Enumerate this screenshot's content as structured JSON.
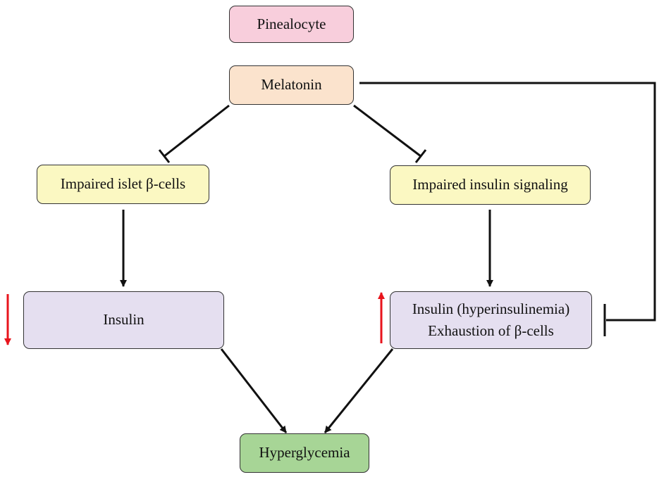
{
  "colors": {
    "pinealocyte": "#f8cedc",
    "melatonin": "#fbe3cd",
    "impaired": "#fbf8c2",
    "insulin": "#e5dff0",
    "hyperglycemia": "#a7d596",
    "line": "#111111",
    "change_arrow": "#e8141c"
  },
  "nodes": {
    "pinealocyte": "Pinealocyte",
    "melatonin": "Melatonin",
    "impaired_islet": "Impaired islet β-cells",
    "impaired_signaling": "Impaired insulin signaling",
    "insulin": "Insulin",
    "hyperinsulinemia": {
      "line1": "Insulin (hyperinsulinemia)",
      "line2": "Exhaustion of β-cells"
    },
    "hyperglycemia": "Hyperglycemia"
  },
  "indicators": {
    "insulin": "decrease",
    "hyperinsulinemia": "increase"
  },
  "edges": [
    {
      "from": "melatonin",
      "to": "impaired_islet",
      "type": "inhibits"
    },
    {
      "from": "melatonin",
      "to": "impaired_signaling",
      "type": "inhibits"
    },
    {
      "from": "melatonin",
      "to": "hyperinsulinemia",
      "type": "inhibits"
    },
    {
      "from": "impaired_islet",
      "to": "insulin",
      "type": "leads-to"
    },
    {
      "from": "impaired_signaling",
      "to": "hyperinsulinemia",
      "type": "leads-to"
    },
    {
      "from": "insulin",
      "to": "hyperglycemia",
      "type": "leads-to"
    },
    {
      "from": "hyperinsulinemia",
      "to": "hyperglycemia",
      "type": "leads-to"
    }
  ]
}
